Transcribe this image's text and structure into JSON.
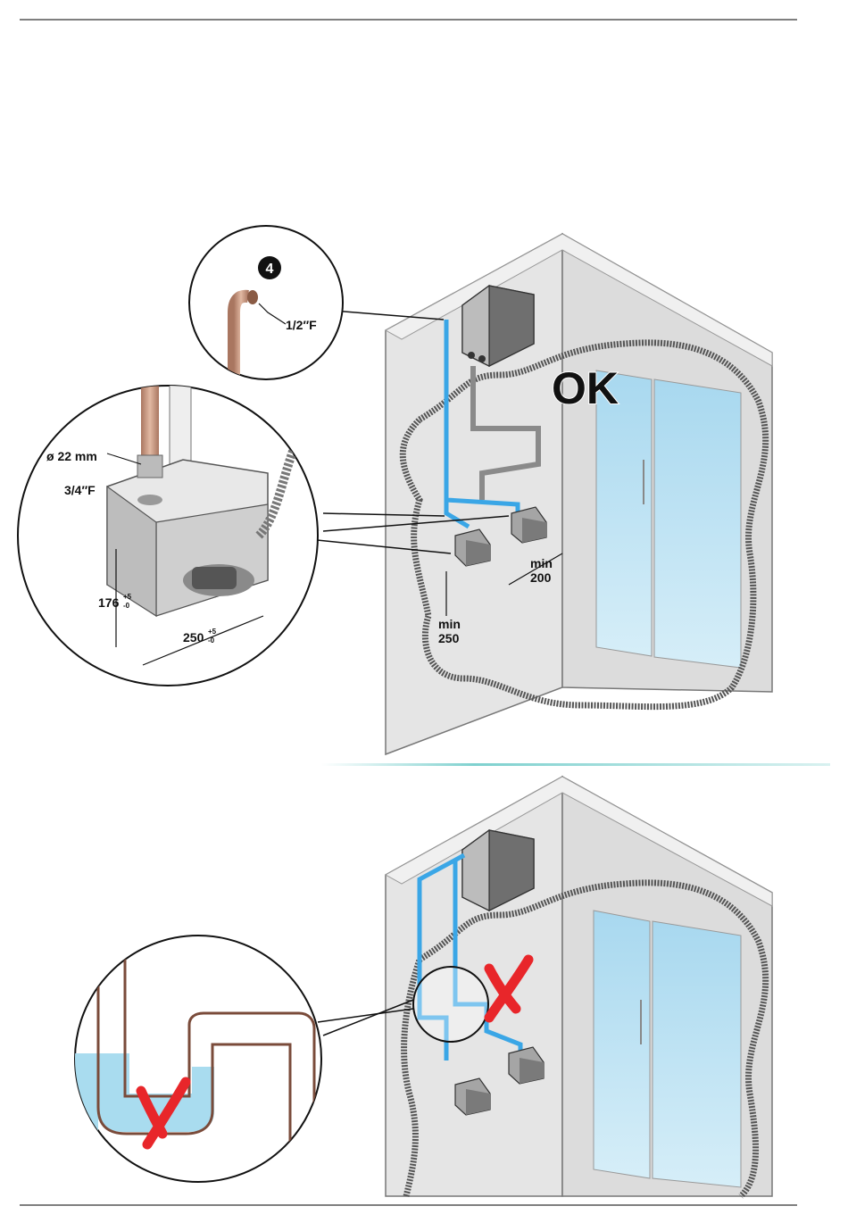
{
  "callout_step": "4",
  "labels": {
    "thread_half": "1/2″F",
    "pipe_diameter": "ø 22 mm",
    "thread_three_quarter": "3/4″F",
    "height_dim": "176",
    "width_dim": "250",
    "dim_tolerance_plus": "+5",
    "dim_tolerance_minus": "-0",
    "min_word_a": "min",
    "min_value_a": "200",
    "min_word_b": "min",
    "min_value_b": "250",
    "ok": "OK"
  },
  "colors": {
    "water_pipe": "#3aa6e6",
    "drain_pipe": "#8a8a8a",
    "copper_pipe": "#c9977a",
    "wrong_mark": "#e8262a",
    "glass": "#bfe3f3",
    "separator": "#7fd1cf",
    "water": "#a9dcef"
  },
  "icons": [
    "wrong-x-icon",
    "step-number-badge"
  ]
}
